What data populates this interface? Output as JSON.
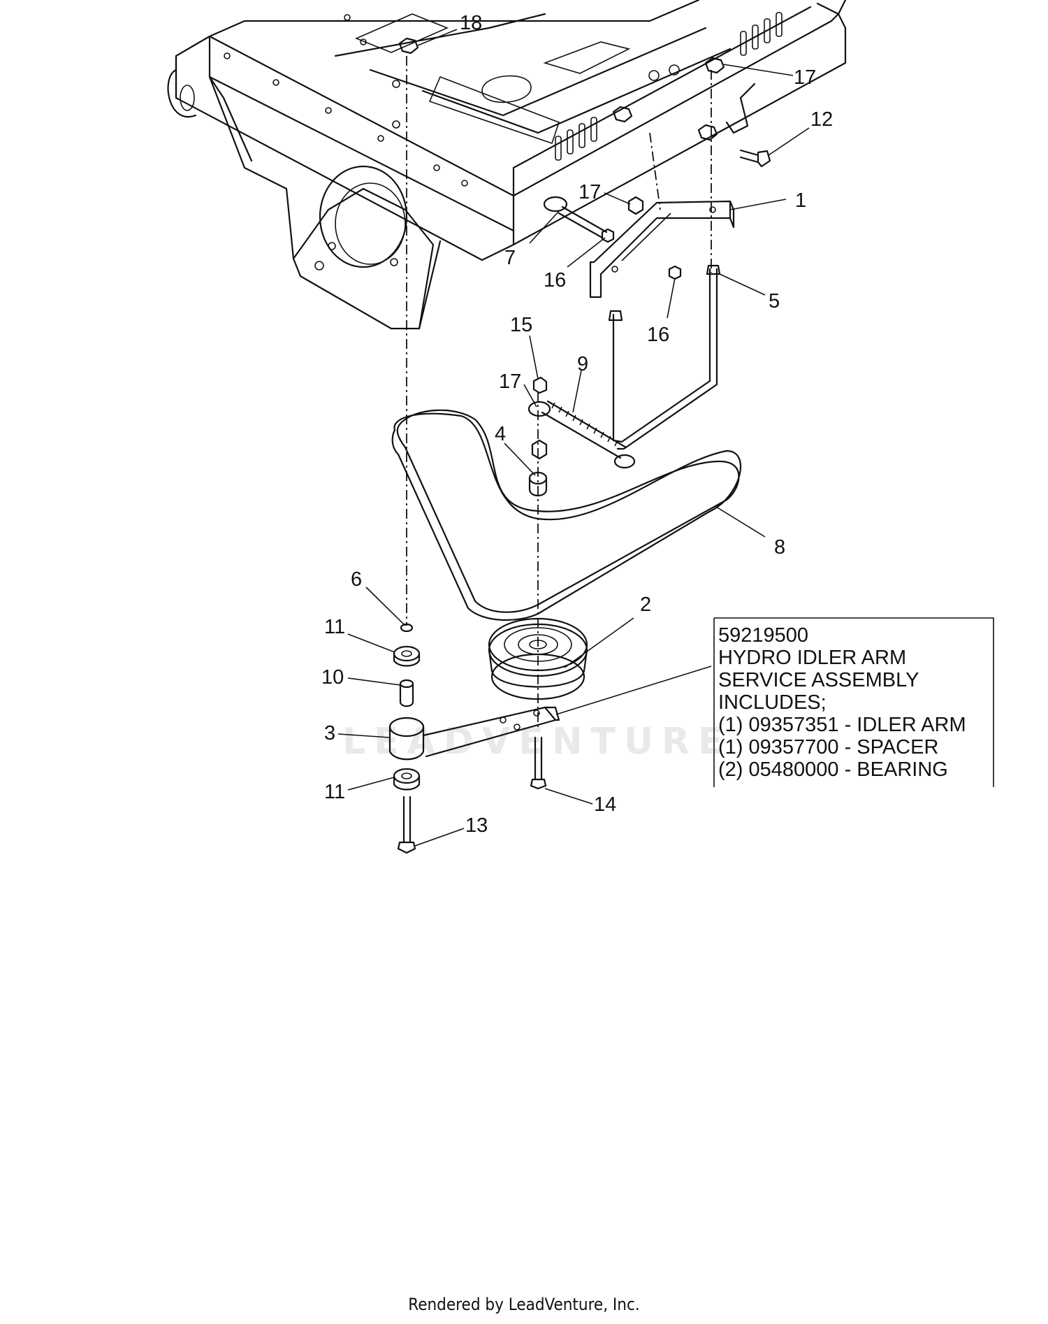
{
  "callouts": [
    {
      "id": "c18",
      "text": "18"
    },
    {
      "id": "c17a",
      "text": "17"
    },
    {
      "id": "c12",
      "text": "12"
    },
    {
      "id": "c17b",
      "text": "17"
    },
    {
      "id": "c1",
      "text": "1"
    },
    {
      "id": "c7",
      "text": "7"
    },
    {
      "id": "c16a",
      "text": "16"
    },
    {
      "id": "c5",
      "text": "5"
    },
    {
      "id": "c16b",
      "text": "16"
    },
    {
      "id": "c15",
      "text": "15"
    },
    {
      "id": "c9",
      "text": "9"
    },
    {
      "id": "c17c",
      "text": "17"
    },
    {
      "id": "c4",
      "text": "4"
    },
    {
      "id": "c8",
      "text": "8"
    },
    {
      "id": "c6",
      "text": "6"
    },
    {
      "id": "c2",
      "text": "2"
    },
    {
      "id": "c11a",
      "text": "11"
    },
    {
      "id": "c10",
      "text": "10"
    },
    {
      "id": "c3",
      "text": "3"
    },
    {
      "id": "c11b",
      "text": "11"
    },
    {
      "id": "c14",
      "text": "14"
    },
    {
      "id": "c13",
      "text": "13"
    }
  ],
  "service_kit": {
    "lines": [
      "59219500",
      "HYDRO IDLER ARM",
      "SERVICE ASSEMBLY",
      "INCLUDES;",
      "(1) 09357351 - IDLER ARM",
      "(1) 09357700 - SPACER",
      "(2) 05480000 - BEARING"
    ]
  },
  "watermark": "LEADVENTURE",
  "footer": "Rendered by LeadVenture, Inc."
}
